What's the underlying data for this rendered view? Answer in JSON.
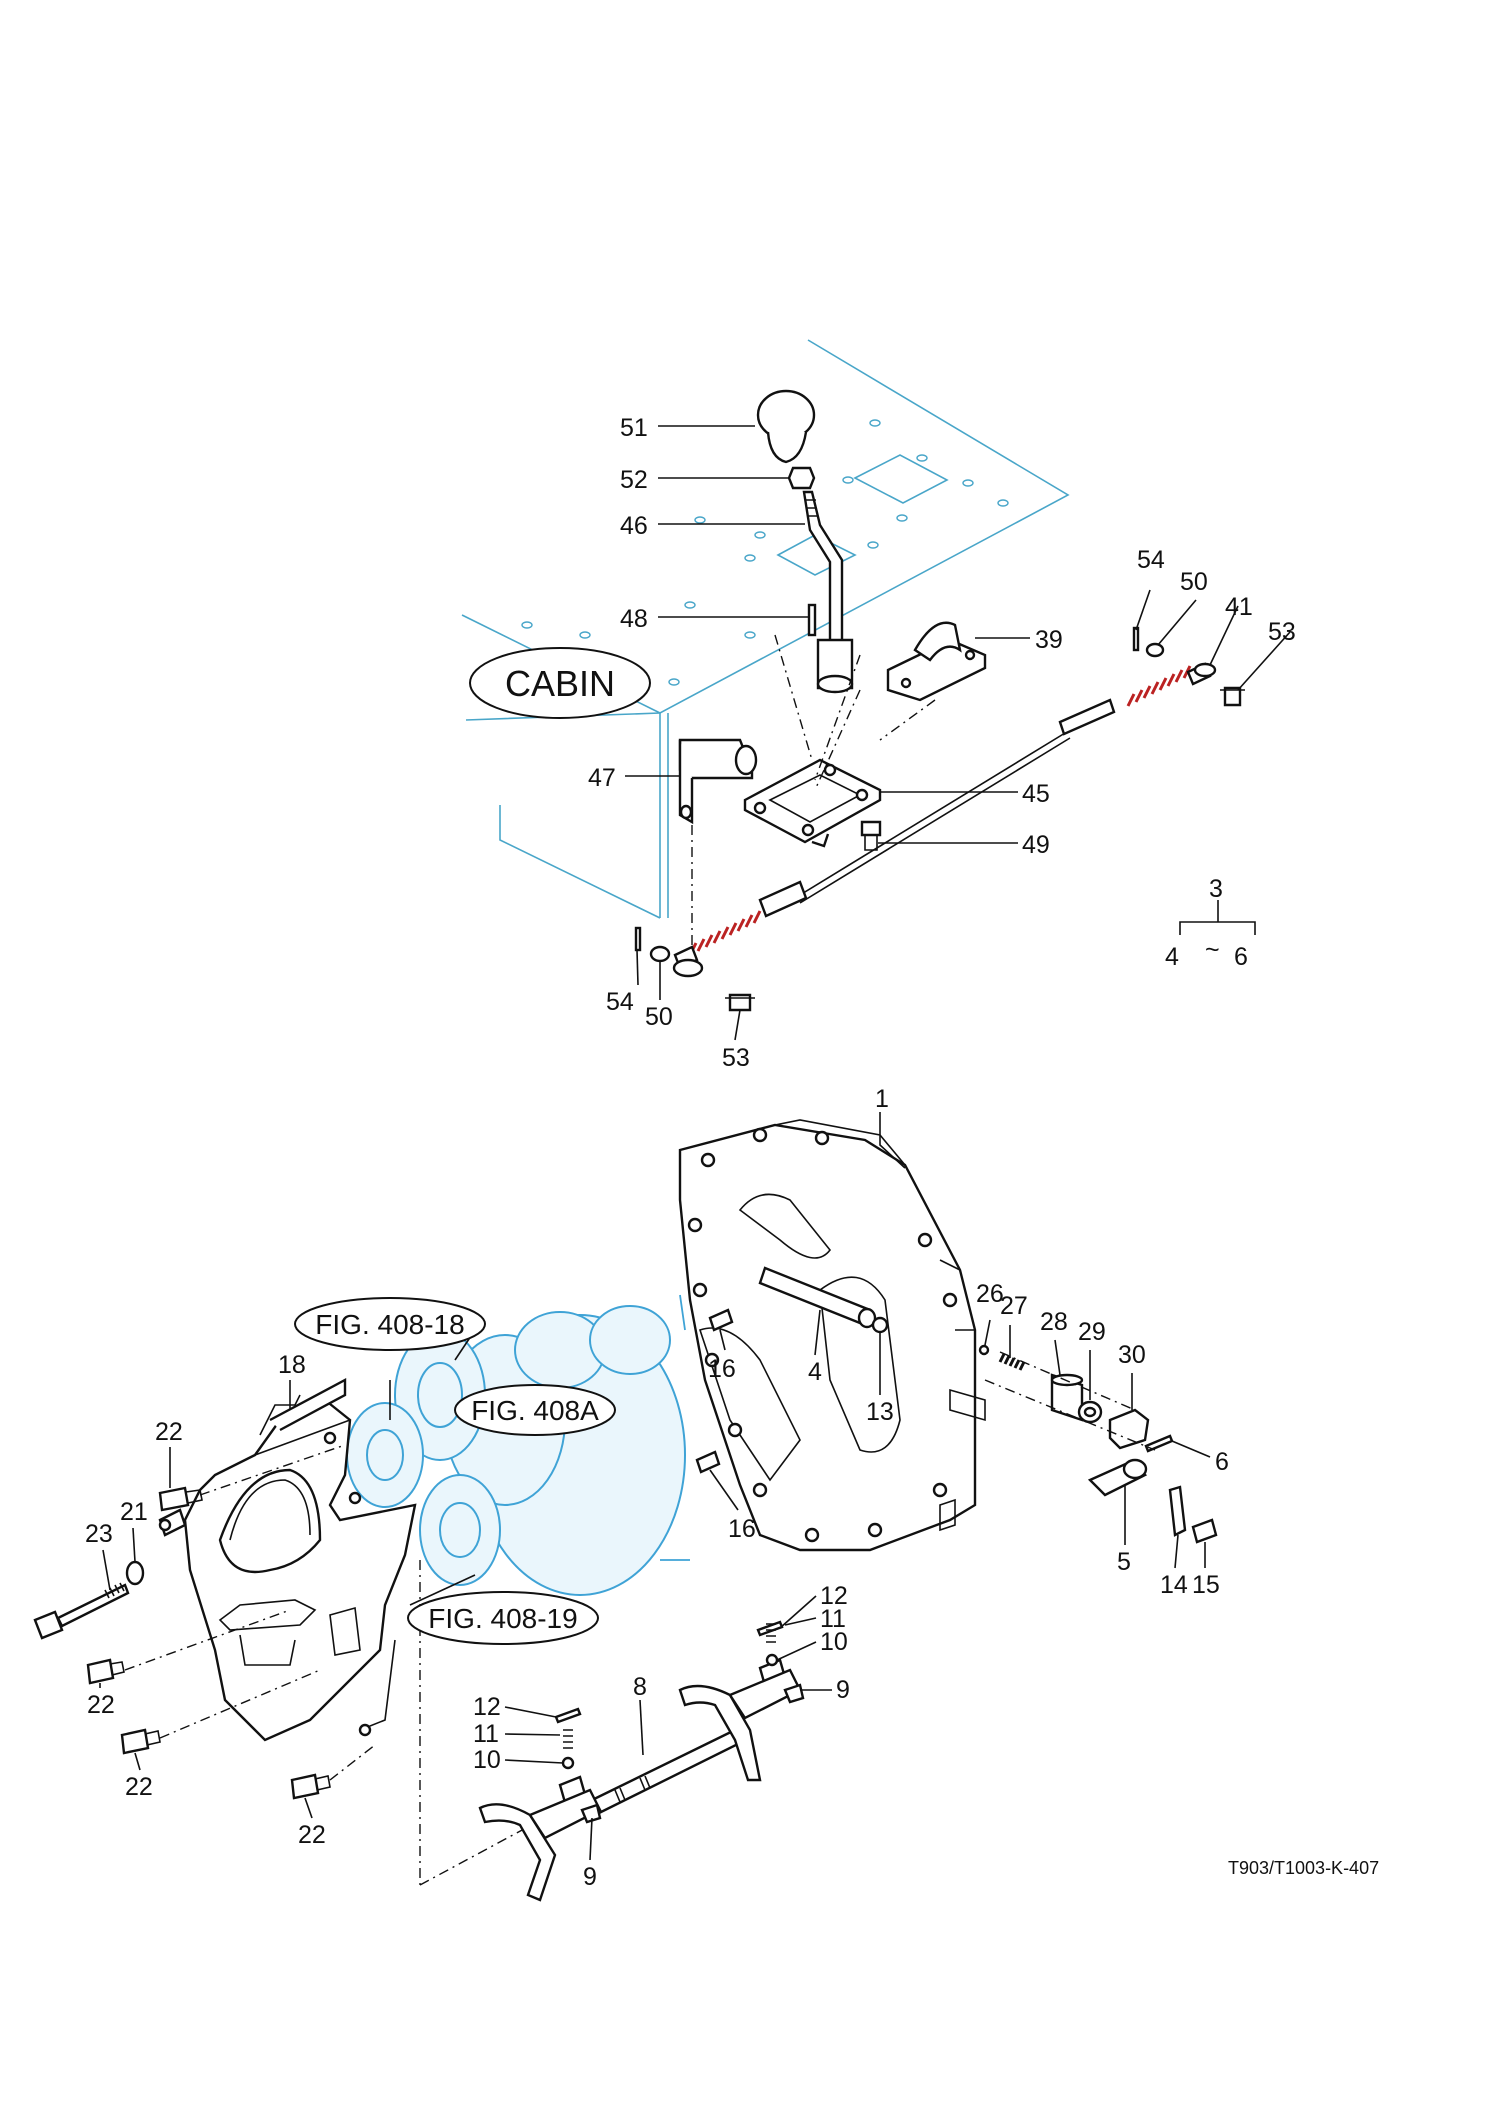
{
  "labels": {
    "cabin": "CABIN",
    "fig_408_18": "FIG. 408-18",
    "fig_408a": "FIG. 408A",
    "fig_408_19": "FIG. 408-19",
    "drawing_code": "T903/T1003-K-407",
    "range_top": "3",
    "range_left": "4",
    "range_tilde": "~",
    "range_right": "6"
  },
  "callouts": {
    "c51": "51",
    "c52": "52",
    "c46": "46",
    "c48": "48",
    "c39": "39",
    "c54a": "54",
    "c50a": "50",
    "c41": "41",
    "c53a": "53",
    "c47": "47",
    "c45": "45",
    "c49": "49",
    "c54b": "54",
    "c50b": "50",
    "c53b": "53",
    "c1": "1",
    "c26": "26",
    "c27": "27",
    "c28": "28",
    "c29": "29",
    "c30": "30",
    "c6": "6",
    "c5": "5",
    "c14": "14",
    "c15": "15",
    "c16a": "16",
    "c4": "4",
    "c13": "13",
    "c16b": "16",
    "c18": "18",
    "c22a": "22",
    "c21": "21",
    "c23": "23",
    "c22b": "22",
    "c22c": "22",
    "c22d": "22",
    "c12a": "12",
    "c11a": "11",
    "c10a": "10",
    "c9a": "9",
    "c8": "8",
    "c12b": "12",
    "c11b": "11",
    "c10b": "10",
    "c9b": "9"
  }
}
